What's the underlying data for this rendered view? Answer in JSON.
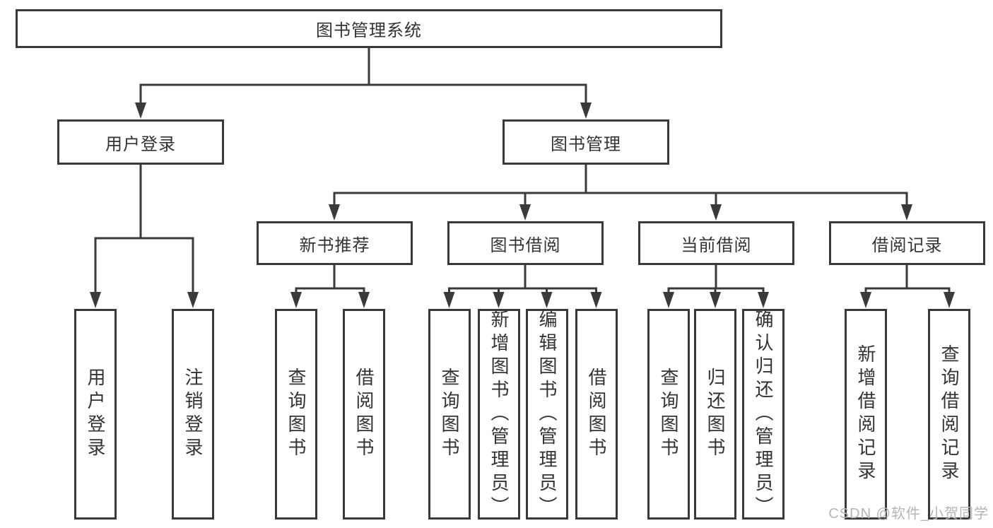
{
  "tree": {
    "root": {
      "label": "图书管理系统",
      "children": [
        {
          "label": "用户登录",
          "children": [
            {
              "label": "用户登录"
            },
            {
              "label": "注销登录"
            }
          ]
        },
        {
          "label": "图书管理",
          "children": [
            {
              "label": "新书推荐",
              "children": [
                {
                  "label": "查询图书"
                },
                {
                  "label": "借阅图书"
                }
              ]
            },
            {
              "label": "图书借阅",
              "children": [
                {
                  "label": "查询图书"
                },
                {
                  "label": "新增图书（管理员）"
                },
                {
                  "label": "编辑图书（管理员）"
                },
                {
                  "label": "借阅图书"
                }
              ]
            },
            {
              "label": "当前借阅",
              "children": [
                {
                  "label": "查询图书"
                },
                {
                  "label": "归还图书"
                },
                {
                  "label": "确认归还（管理员）"
                }
              ]
            },
            {
              "label": "借阅记录",
              "children": [
                {
                  "label": "新增借阅记录"
                },
                {
                  "label": "查询借阅记录"
                }
              ]
            }
          ]
        }
      ]
    }
  },
  "watermark": {
    "text": "CSDN @软件_小贺同学"
  },
  "colors": {
    "background": "#ffffff",
    "line": "#3a3a3a",
    "box_border": "#3a3a3a",
    "box_fill": "#ffffff",
    "text": "#333333",
    "watermark_text": "#b5b5b5"
  }
}
